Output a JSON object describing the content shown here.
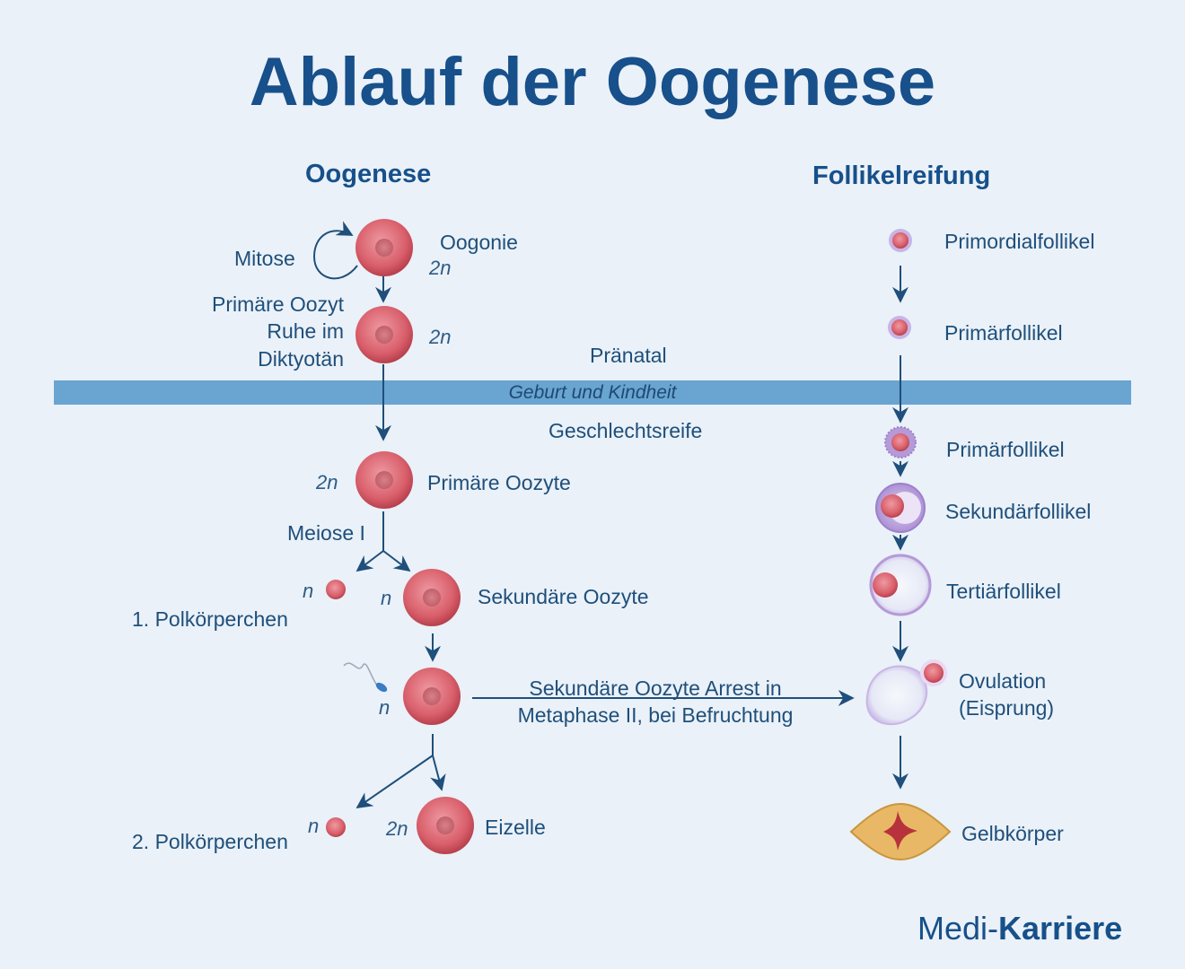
{
  "title": "Ablauf der Oogenese",
  "columns": {
    "left": "Oogenese",
    "right": "Follikelreifung"
  },
  "oogenesis": {
    "mitose": "Mitose",
    "oogonie": "Oogonie",
    "oogonie_ploidy": "2n",
    "primary_rest_line1": "Primäre Oozyt",
    "primary_rest_line2": "Ruhe im",
    "primary_rest_line3": "Diktyotän",
    "primary_rest_ploidy": "2n",
    "primary_oocyte": "Primäre Oozyte",
    "primary_oocyte_ploidy": "2n",
    "meiose": "Meiose I",
    "polar1": "1. Polkörperchen",
    "polar1_ploidy": "n",
    "secondary_oocyte": "Sekundäre Oozyte",
    "secondary_oocyte_ploidy": "n",
    "fert_ploidy": "n",
    "arrest_line1": "Sekundäre Oozyte Arrest in",
    "arrest_line2": "Metaphase II, bei Befruchtung",
    "polar2": "2. Polkörperchen",
    "polar2_ploidy": "n",
    "egg": "Eizelle",
    "egg_ploidy": "2n"
  },
  "timeline": {
    "prenatal": "Pränatal",
    "band": "Geburt und Kindheit",
    "puberty": "Geschlechtsreife"
  },
  "follicles": {
    "primordial": "Primordialfollikel",
    "primary1": "Primärfollikel",
    "primary2": "Primärfollikel",
    "secondary": "Sekundärfollikel",
    "tertiary": "Tertiärfollikel",
    "ovulation_line1": "Ovulation",
    "ovulation_line2": "(Eisprung)",
    "corpus": "Gelbkörper"
  },
  "brand": {
    "part1": "Medi-",
    "part2": "Karriere"
  },
  "colors": {
    "cell": "#d9606c",
    "cell_dark": "#b8404c",
    "arrow": "#1f4f7a",
    "band": "#6aa4d0",
    "follicle_ring": "#b59ad8",
    "corpus_fill": "#e8b866",
    "corpus_star": "#b8323c"
  }
}
